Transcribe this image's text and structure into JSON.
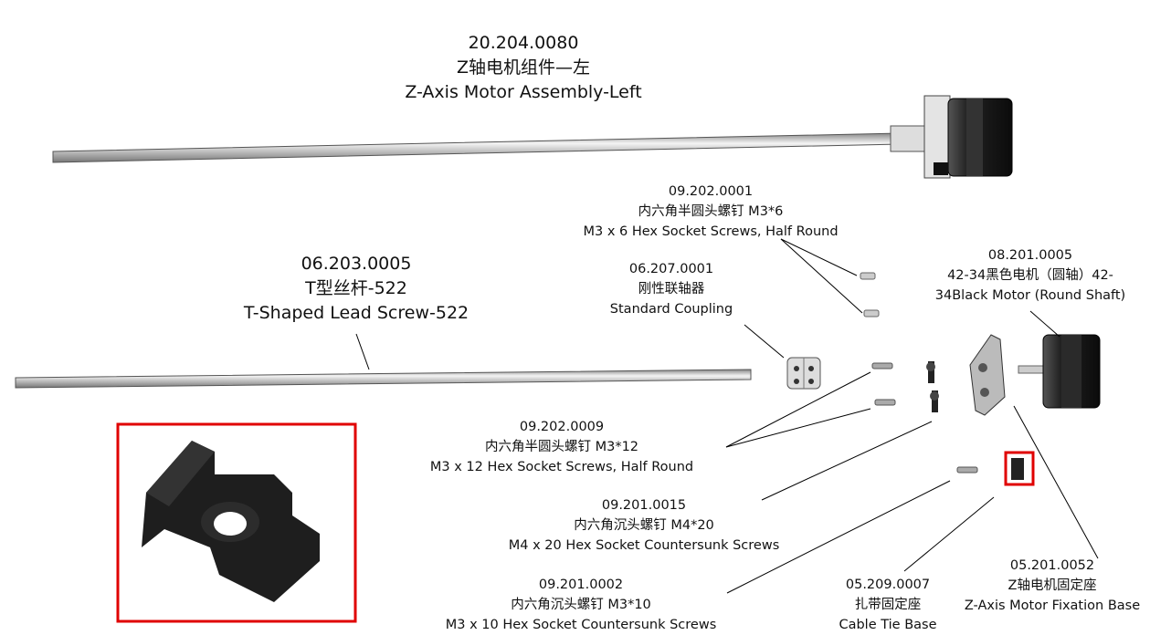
{
  "parts": [
    {
      "id": "motor-assembly-left",
      "code": "20.204.0080",
      "name_cn": "Z轴电机组件—左",
      "name_en": "Z-Axis Motor Assembly-Left"
    },
    {
      "id": "screw-m3x6",
      "code": "09.202.0001",
      "name_cn": "内六角半圆头螺钉 M3*6",
      "name_en": "M3 x 6 Hex Socket Screws, Half Round"
    },
    {
      "id": "black-motor",
      "code": "08.201.0005",
      "name_cn": "42-34黑色电机（圆轴）42-",
      "name_en": "34Black Motor (Round Shaft)"
    },
    {
      "id": "lead-screw",
      "code": "06.203.0005",
      "name_cn": "T型丝杆-522",
      "name_en": "T-Shaped Lead Screw-522"
    },
    {
      "id": "coupling",
      "code": "06.207.0001",
      "name_cn": "刚性联轴器",
      "name_en": "Standard Coupling"
    },
    {
      "id": "screw-m3x12",
      "code": "09.202.0009",
      "name_cn": "内六角半圆头螺钉 M3*12",
      "name_en": "M3 x 12 Hex Socket Screws, Half Round"
    },
    {
      "id": "screw-m4x20",
      "code": "09.201.0015",
      "name_cn": "内六角沉头螺钉 M4*20",
      "name_en": "M4 x 20 Hex Socket Countersunk Screws"
    },
    {
      "id": "screw-m3x10",
      "code": "09.201.0002",
      "name_cn": "内六角沉头螺钉 M3*10",
      "name_en": "M3 x 10 Hex Socket Countersunk Screws"
    },
    {
      "id": "cable-tie-base",
      "code": "05.209.0007",
      "name_cn": "扎带固定座",
      "name_en": "Cable Tie Base"
    },
    {
      "id": "motor-fixation-base",
      "code": "05.201.0052",
      "name_cn": "Z轴电机固定座",
      "name_en": "Z-Axis Motor Fixation Base"
    }
  ],
  "colors": {
    "highlight": "#e00000",
    "part_dark": "#1a1a1a",
    "part_metal": "#c8c8c8"
  }
}
